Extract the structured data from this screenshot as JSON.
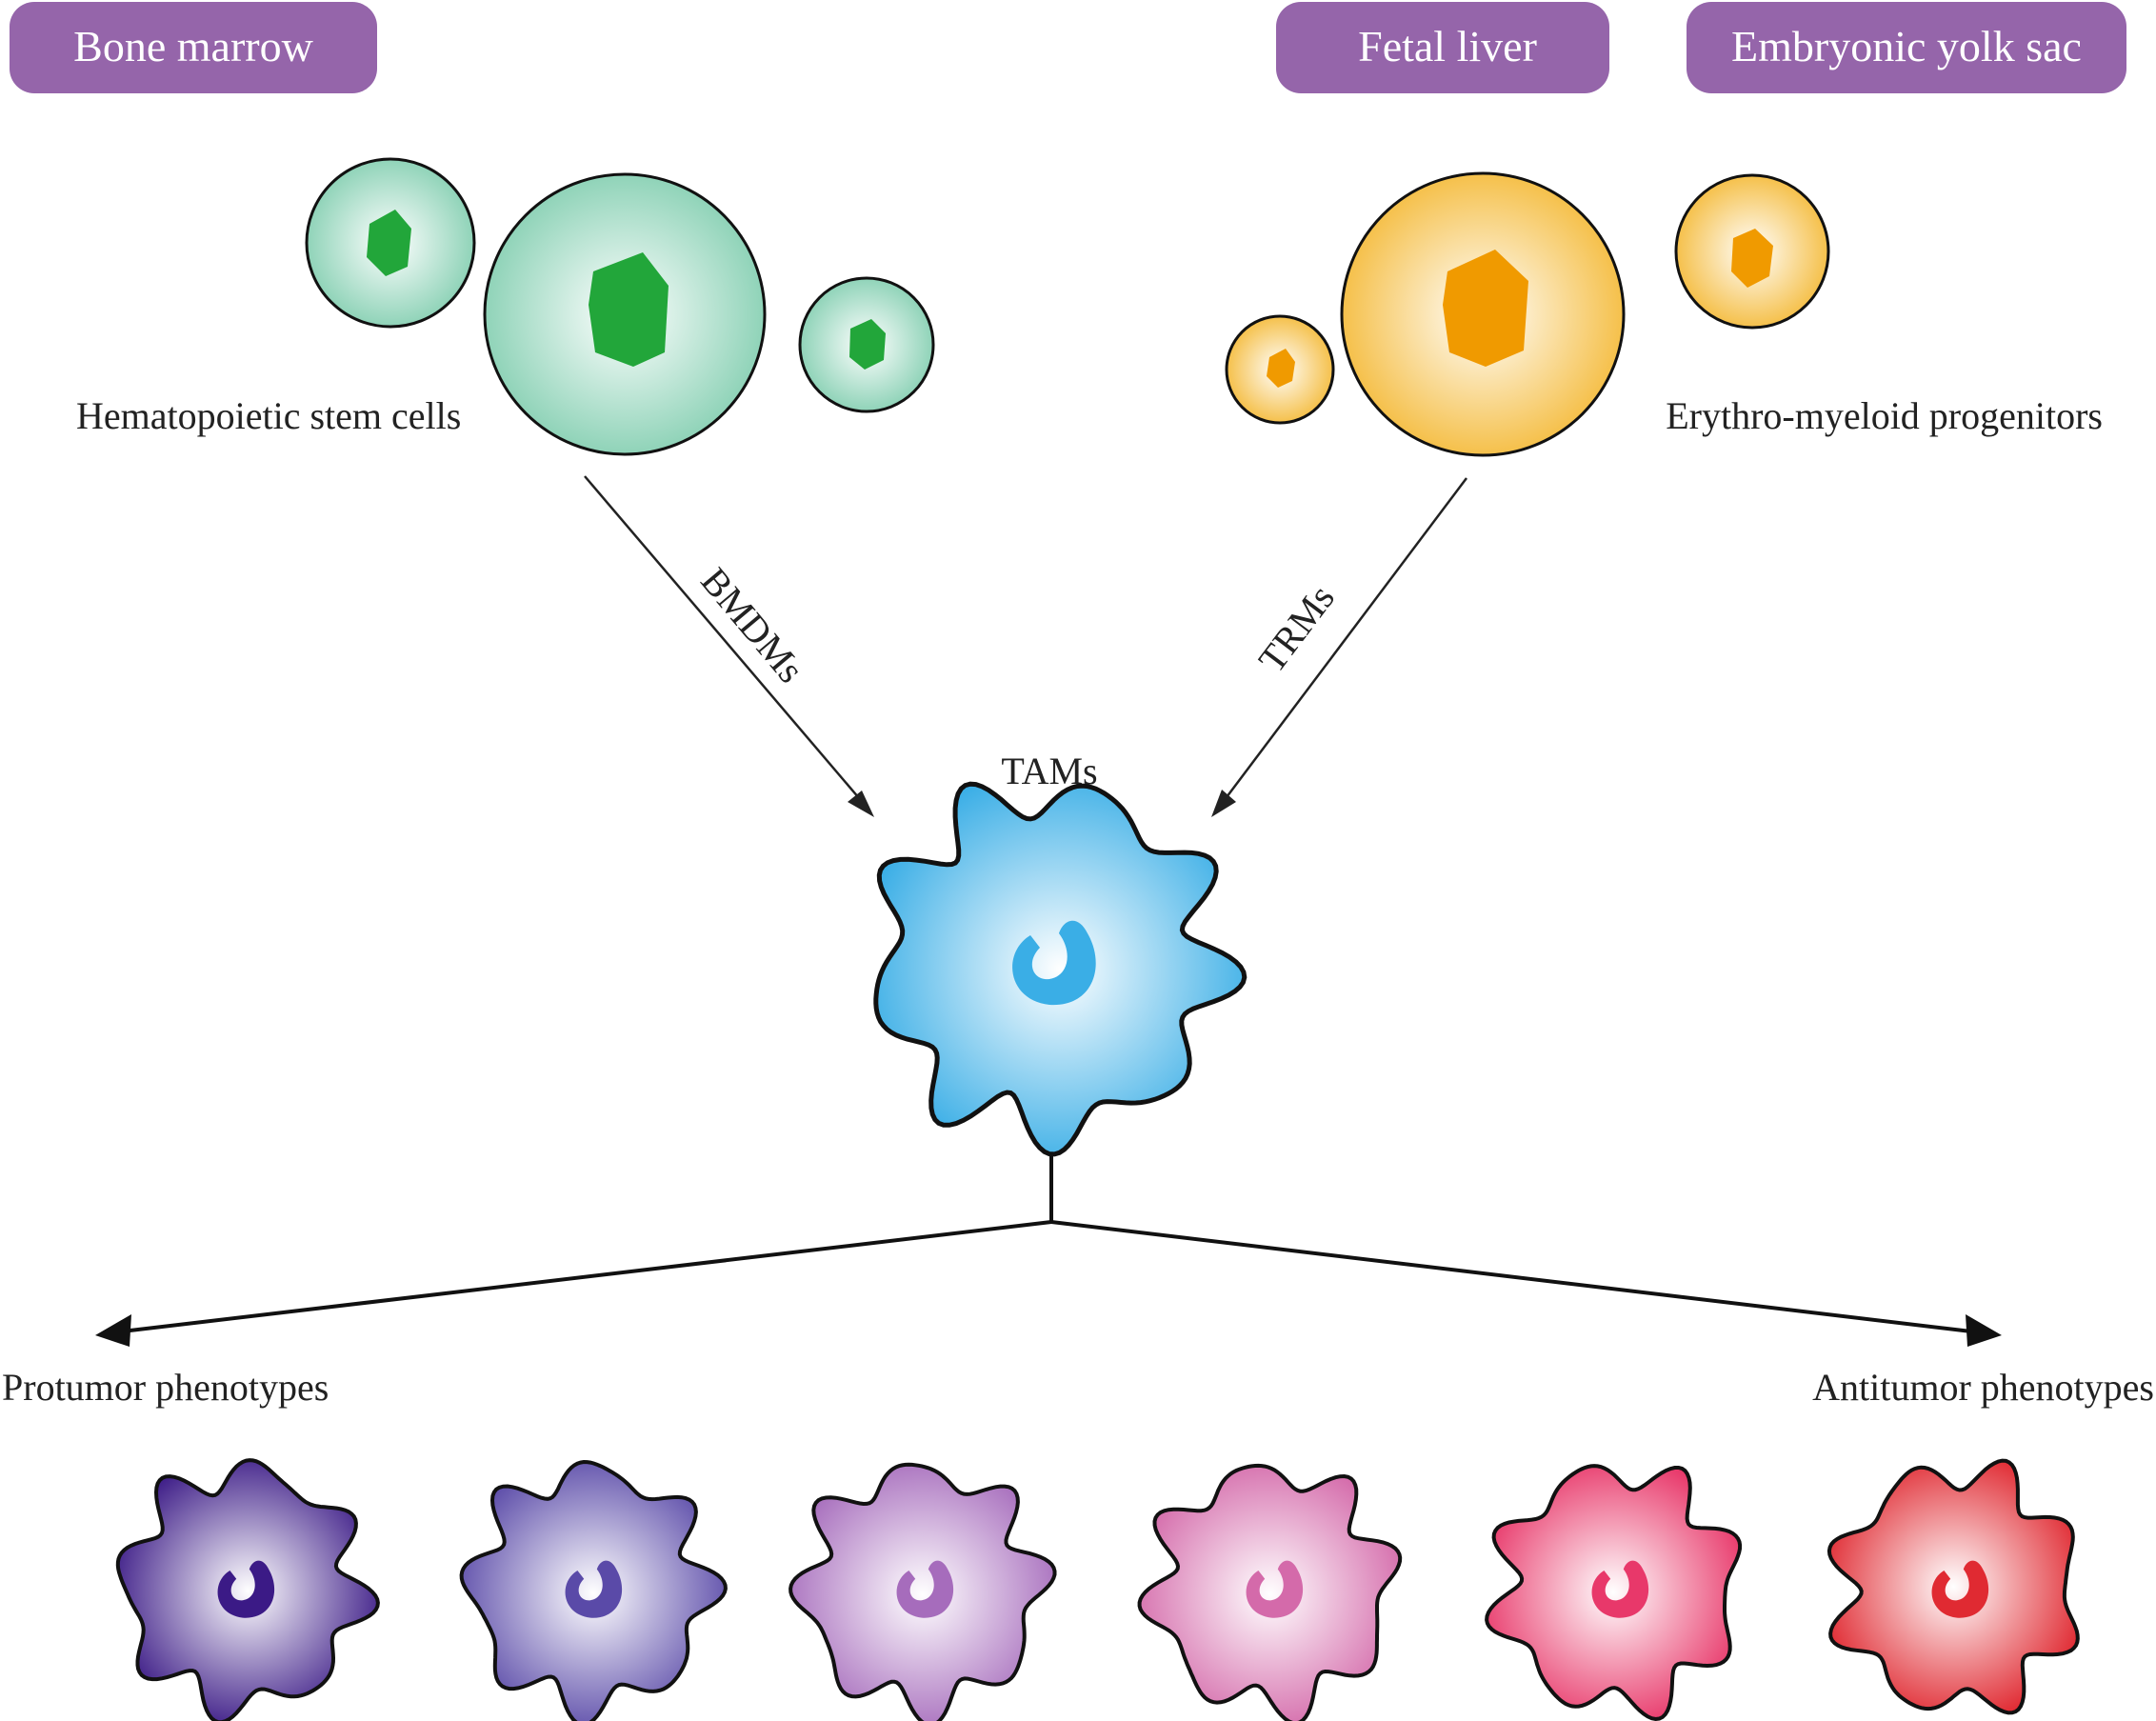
{
  "sources": {
    "bone_marrow": "Bone marrow",
    "fetal_liver": "Fetal liver",
    "yolk_sac": "Embryonic yolk sac"
  },
  "labels": {
    "hsc": "Hematopoietic stem cells",
    "emp": "Erythro-myeloid progenitors",
    "bmdms": "BMDMs",
    "trms": "TRMs",
    "tams": "TAMs",
    "protumor": "Protumor phenotypes",
    "antitumor": "Antitumor phenotypes"
  },
  "colors": {
    "pill": "#9565aa",
    "hsc_body": "#8fd3b8",
    "hsc_nucleus": "#22a63a",
    "emp_body": "#f5c04a",
    "emp_nucleus": "#f09a00",
    "tam_body": "#3aaee6",
    "tam_nucleus": "#3aaee6",
    "phenotypes": [
      "#3b1a86",
      "#5a4aa8",
      "#a66cbc",
      "#d46aaa",
      "#e8386a",
      "#e02a32"
    ]
  }
}
